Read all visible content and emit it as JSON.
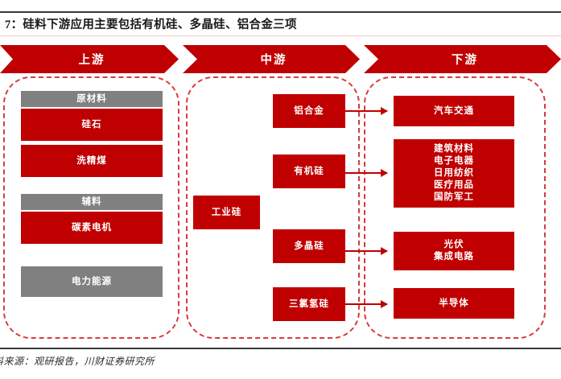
{
  "title": "7：硅料下游应用主要包括有机硅、多晶硅、铝合金三项",
  "stages": [
    {
      "key": "upstream",
      "label": "上游"
    },
    {
      "key": "midstream",
      "label": "中游"
    },
    {
      "key": "downstream",
      "label": "下游"
    }
  ],
  "upstream": {
    "nodes": [
      {
        "label": "原材料",
        "style": "gray"
      },
      {
        "label": "硅石",
        "style": "red"
      },
      {
        "label": "洗精煤",
        "style": "red"
      },
      {
        "label": "辅料",
        "style": "gray"
      },
      {
        "label": "碳素电机",
        "style": "red"
      },
      {
        "label": "电力能源",
        "style": "gray"
      }
    ]
  },
  "midstream": {
    "base": {
      "label": "工业硅",
      "style": "red"
    },
    "products": [
      {
        "label": "铝合金",
        "style": "red"
      },
      {
        "label": "有机硅",
        "style": "red"
      },
      {
        "label": "多晶硅",
        "style": "red"
      },
      {
        "label": "三氯氢硅",
        "style": "red"
      }
    ]
  },
  "downstream": {
    "nodes": [
      {
        "lines": [
          "汽车交通"
        ],
        "style": "red"
      },
      {
        "lines": [
          "建筑材料",
          "电子电器",
          "日用纺织",
          "医疗用品",
          "国防军工"
        ],
        "style": "red"
      },
      {
        "lines": [
          "光伏",
          "集成电路"
        ],
        "style": "red"
      },
      {
        "lines": [
          "半导体"
        ],
        "style": "red"
      }
    ]
  },
  "connections": [
    {
      "from": "铝合金",
      "to": "汽车交通"
    },
    {
      "from": "有机硅",
      "to": "建筑材料"
    },
    {
      "from": "多晶硅",
      "to": "光伏"
    },
    {
      "from": "三氯氢硅",
      "to": "半导体"
    }
  ],
  "footer": {
    "source": "料来源：观研报告，川财证券研究所"
  },
  "colors": {
    "primary_red": "#C00000",
    "gray": "#808080",
    "dashed_border": "#D93A3A",
    "title_text": "#1a1a1a"
  }
}
